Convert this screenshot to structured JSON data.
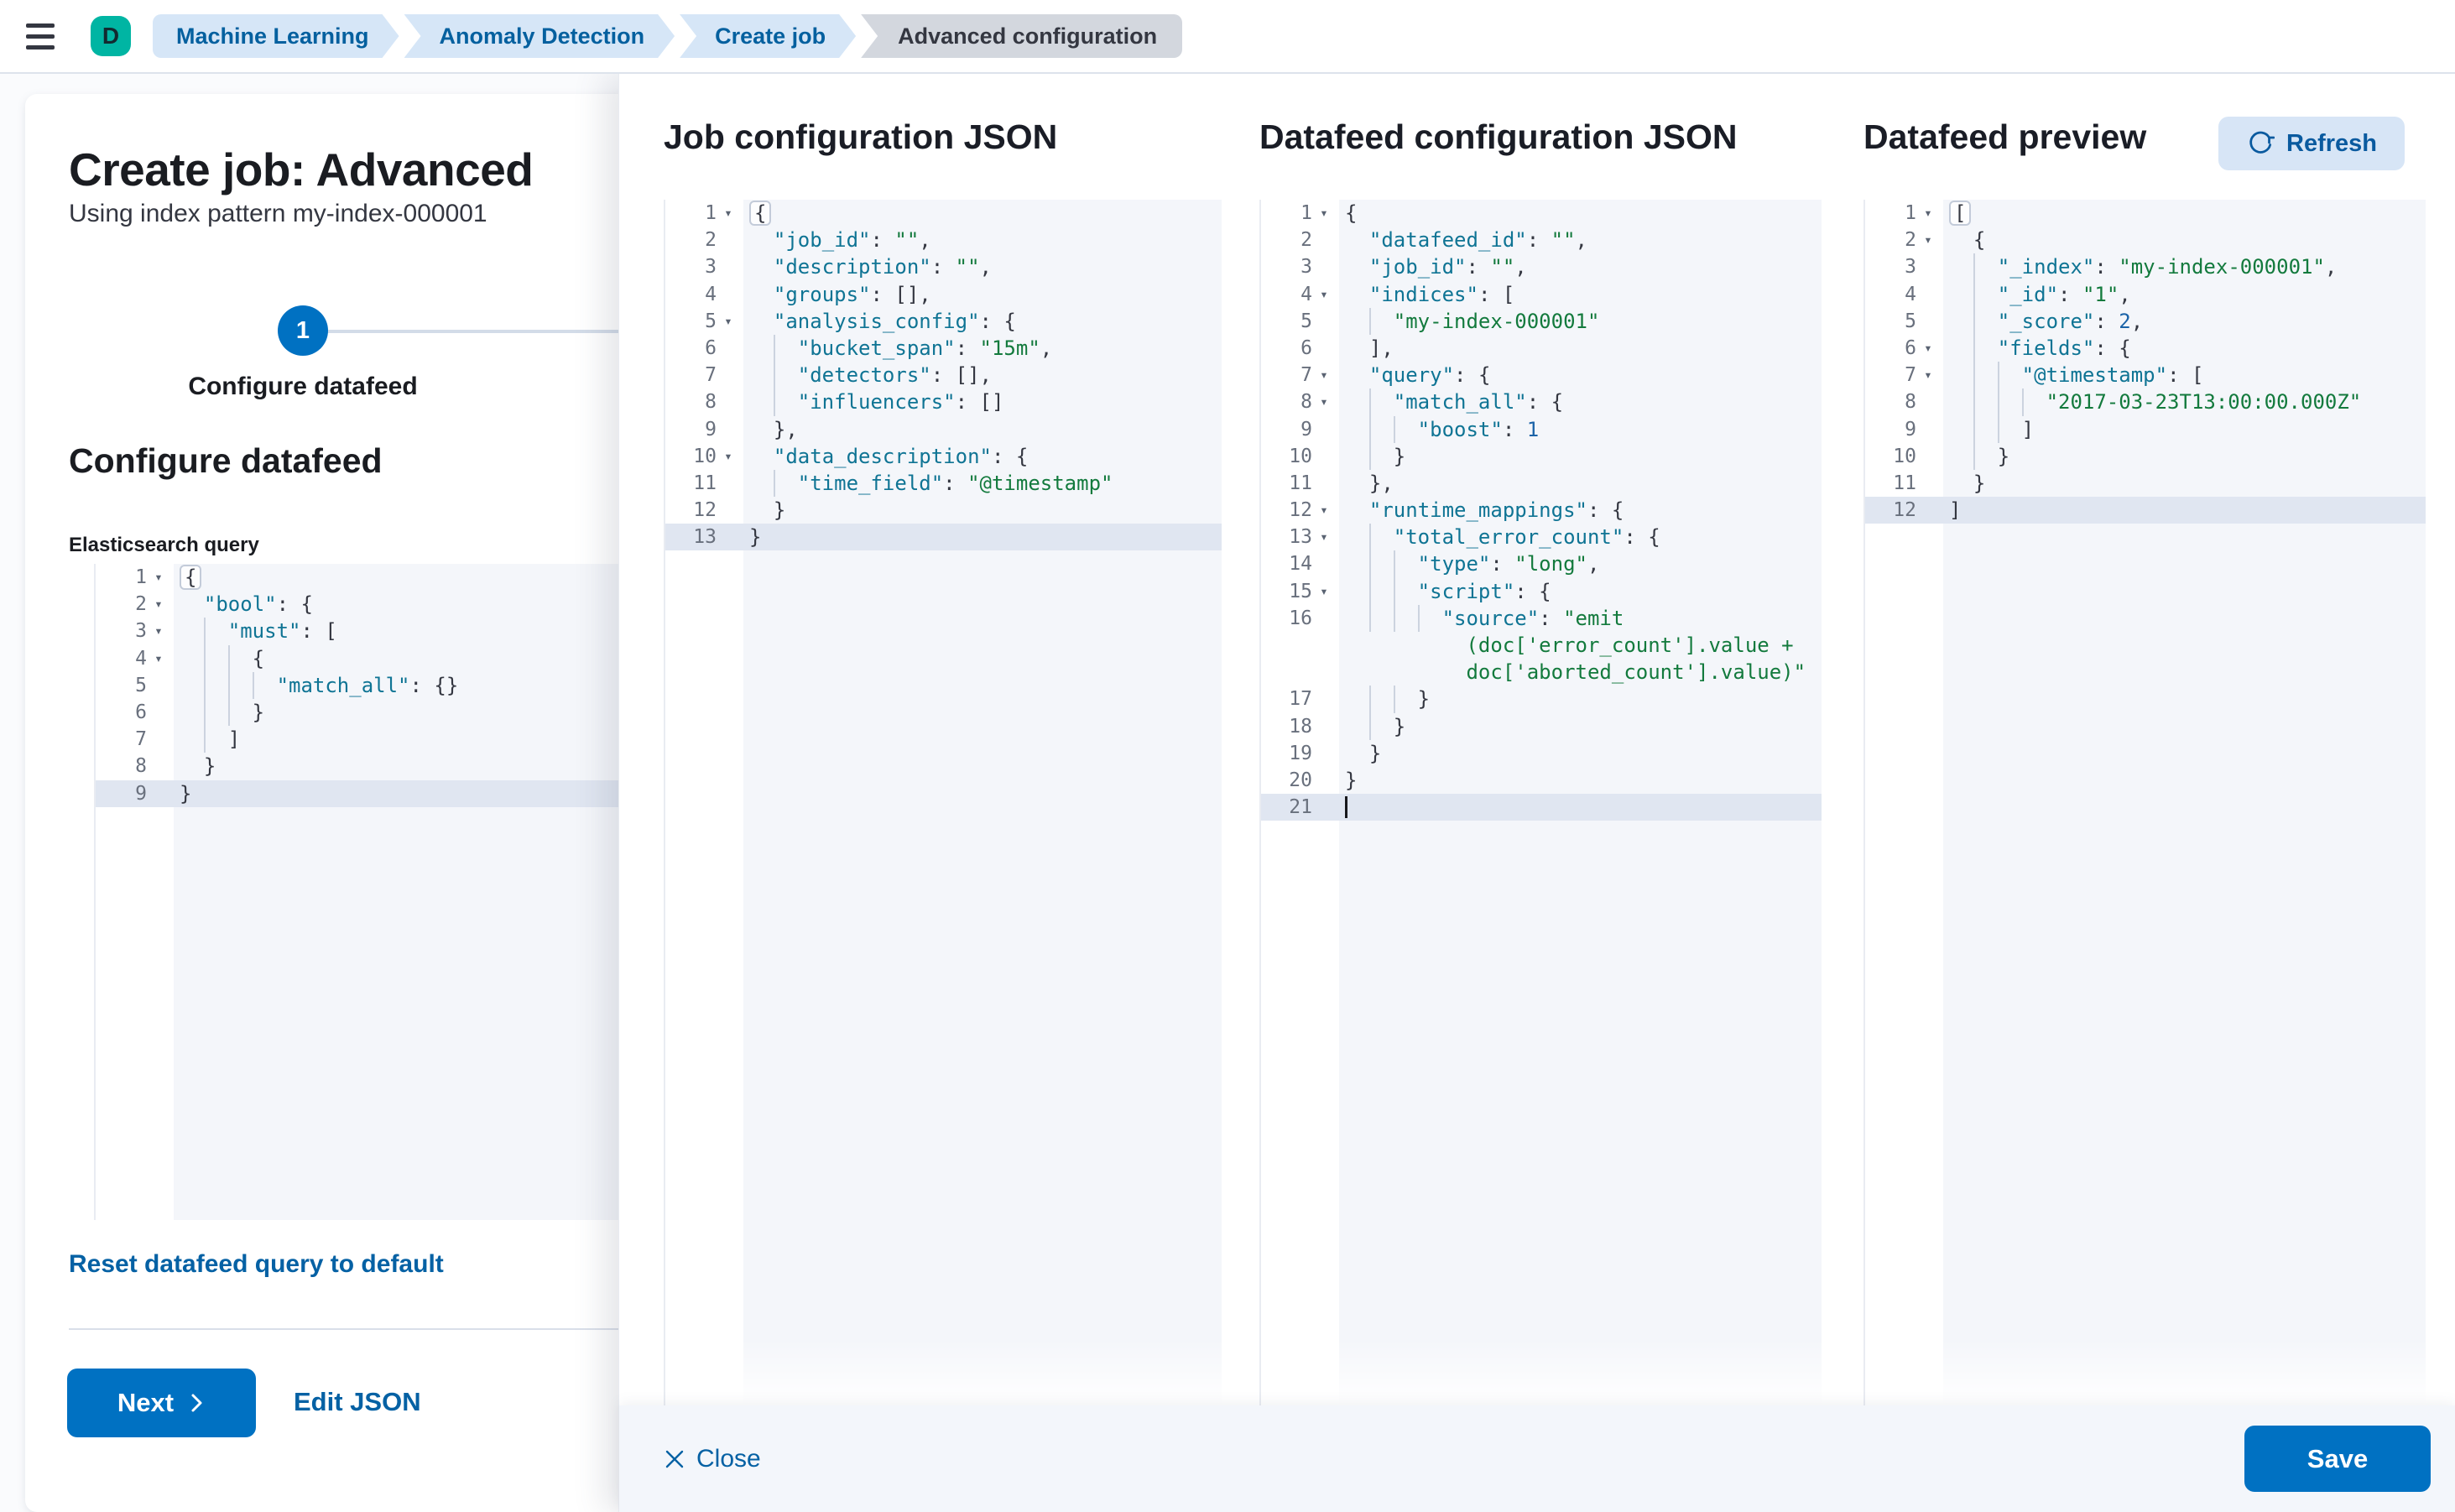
{
  "topbar": {
    "avatar_initial": "D",
    "breadcrumbs": [
      {
        "label": "Machine Learning",
        "current": false
      },
      {
        "label": "Anomaly Detection",
        "current": false
      },
      {
        "label": "Create job",
        "current": false
      },
      {
        "label": "Advanced configuration",
        "current": true
      }
    ]
  },
  "wizard": {
    "title": "Create job: Advanced",
    "subtitle": "Using index pattern my-index-000001",
    "step_number": "1",
    "step_label": "Configure datafeed",
    "section_heading": "Configure datafeed",
    "query_label": "Elasticsearch query",
    "reset_link": "Reset datafeed query to default",
    "next_button": "Next",
    "edit_json_link": "Edit JSON"
  },
  "panels": {
    "job": {
      "title": "Job configuration JSON"
    },
    "datafeed": {
      "title": "Datafeed configuration JSON"
    },
    "preview": {
      "title": "Datafeed preview",
      "refresh_button": "Refresh"
    }
  },
  "footer": {
    "close_label": "Close",
    "save_label": "Save"
  },
  "colors": {
    "accent": "#0071c2",
    "link": "#0561a4",
    "breadcrumb_blue_bg": "#d6e6f7",
    "breadcrumb_blue_text": "#04609f",
    "breadcrumb_current_bg": "#d3d7de",
    "avatar_bg": "#00b5a3",
    "code_key": "#0f7494",
    "code_string": "#137a3d",
    "code_number": "#1b63a8",
    "code_punct": "#343741",
    "active_line_bg": "#e0e6f1"
  },
  "editors": {
    "query": {
      "lines": [
        {
          "n": 1,
          "fold": true,
          "L": 0,
          "t": [
            [
              "pb",
              "{"
            ]
          ]
        },
        {
          "n": 2,
          "fold": true,
          "L": 1,
          "t": [
            [
              "k",
              "\"bool\""
            ],
            [
              "p",
              ": {"
            ]
          ]
        },
        {
          "n": 3,
          "fold": true,
          "L": 2,
          "t": [
            [
              "k",
              "\"must\""
            ],
            [
              "p",
              ": ["
            ]
          ]
        },
        {
          "n": 4,
          "fold": true,
          "L": 3,
          "t": [
            [
              "p",
              "{"
            ]
          ]
        },
        {
          "n": 5,
          "L": 4,
          "t": [
            [
              "k",
              "\"match_all\""
            ],
            [
              "p",
              ": {}"
            ]
          ]
        },
        {
          "n": 6,
          "L": 3,
          "t": [
            [
              "p",
              "}"
            ]
          ]
        },
        {
          "n": 7,
          "L": 2,
          "t": [
            [
              "p",
              "]"
            ]
          ]
        },
        {
          "n": 8,
          "L": 1,
          "t": [
            [
              "p",
              "}"
            ]
          ]
        },
        {
          "n": 9,
          "L": 0,
          "hl": true,
          "t": [
            [
              "p",
              "}"
            ]
          ]
        }
      ]
    },
    "job": {
      "lines": [
        {
          "n": 1,
          "fold": true,
          "L": 0,
          "t": [
            [
              "pb",
              "{"
            ]
          ]
        },
        {
          "n": 2,
          "L": 1,
          "t": [
            [
              "k",
              "\"job_id\""
            ],
            [
              "p",
              ": "
            ],
            [
              "s",
              "\"\""
            ],
            [
              "p",
              ","
            ]
          ]
        },
        {
          "n": 3,
          "L": 1,
          "t": [
            [
              "k",
              "\"description\""
            ],
            [
              "p",
              ": "
            ],
            [
              "s",
              "\"\""
            ],
            [
              "p",
              ","
            ]
          ]
        },
        {
          "n": 4,
          "L": 1,
          "t": [
            [
              "k",
              "\"groups\""
            ],
            [
              "p",
              ": [],"
            ]
          ]
        },
        {
          "n": 5,
          "fold": true,
          "L": 1,
          "t": [
            [
              "k",
              "\"analysis_config\""
            ],
            [
              "p",
              ": {"
            ]
          ]
        },
        {
          "n": 6,
          "L": 2,
          "t": [
            [
              "k",
              "\"bucket_span\""
            ],
            [
              "p",
              ": "
            ],
            [
              "s",
              "\"15m\""
            ],
            [
              "p",
              ","
            ]
          ]
        },
        {
          "n": 7,
          "L": 2,
          "t": [
            [
              "k",
              "\"detectors\""
            ],
            [
              "p",
              ": [],"
            ]
          ]
        },
        {
          "n": 8,
          "L": 2,
          "t": [
            [
              "k",
              "\"influencers\""
            ],
            [
              "p",
              ": []"
            ]
          ]
        },
        {
          "n": 9,
          "L": 1,
          "t": [
            [
              "p",
              "},"
            ]
          ]
        },
        {
          "n": 10,
          "fold": true,
          "L": 1,
          "t": [
            [
              "k",
              "\"data_description\""
            ],
            [
              "p",
              ": {"
            ]
          ]
        },
        {
          "n": 11,
          "L": 2,
          "t": [
            [
              "k",
              "\"time_field\""
            ],
            [
              "p",
              ": "
            ],
            [
              "s",
              "\"@timestamp\""
            ]
          ]
        },
        {
          "n": 12,
          "L": 1,
          "t": [
            [
              "p",
              "}"
            ]
          ]
        },
        {
          "n": 13,
          "L": 0,
          "hl": true,
          "t": [
            [
              "p",
              "}"
            ]
          ]
        }
      ]
    },
    "datafeed": {
      "lines": [
        {
          "n": 1,
          "fold": true,
          "L": 0,
          "t": [
            [
              "p",
              "{"
            ]
          ]
        },
        {
          "n": 2,
          "L": 1,
          "t": [
            [
              "k",
              "\"datafeed_id\""
            ],
            [
              "p",
              ": "
            ],
            [
              "s",
              "\"\""
            ],
            [
              "p",
              ","
            ]
          ]
        },
        {
          "n": 3,
          "L": 1,
          "t": [
            [
              "k",
              "\"job_id\""
            ],
            [
              "p",
              ": "
            ],
            [
              "s",
              "\"\""
            ],
            [
              "p",
              ","
            ]
          ]
        },
        {
          "n": 4,
          "fold": true,
          "L": 1,
          "t": [
            [
              "k",
              "\"indices\""
            ],
            [
              "p",
              ": ["
            ]
          ]
        },
        {
          "n": 5,
          "L": 2,
          "t": [
            [
              "s",
              "\"my-index-000001\""
            ]
          ]
        },
        {
          "n": 6,
          "L": 1,
          "t": [
            [
              "p",
              "],"
            ]
          ]
        },
        {
          "n": 7,
          "fold": true,
          "L": 1,
          "t": [
            [
              "k",
              "\"query\""
            ],
            [
              "p",
              ": {"
            ]
          ]
        },
        {
          "n": 8,
          "fold": true,
          "L": 2,
          "t": [
            [
              "k",
              "\"match_all\""
            ],
            [
              "p",
              ": {"
            ]
          ]
        },
        {
          "n": 9,
          "L": 3,
          "t": [
            [
              "k",
              "\"boost\""
            ],
            [
              "p",
              ": "
            ],
            [
              "num",
              "1"
            ]
          ]
        },
        {
          "n": 10,
          "L": 2,
          "t": [
            [
              "p",
              "}"
            ]
          ]
        },
        {
          "n": 11,
          "L": 1,
          "t": [
            [
              "p",
              "},"
            ]
          ]
        },
        {
          "n": 12,
          "fold": true,
          "L": 1,
          "t": [
            [
              "k",
              "\"runtime_mappings\""
            ],
            [
              "p",
              ": {"
            ]
          ]
        },
        {
          "n": 13,
          "fold": true,
          "L": 2,
          "t": [
            [
              "k",
              "\"total_error_count\""
            ],
            [
              "p",
              ": {"
            ]
          ]
        },
        {
          "n": 14,
          "L": 3,
          "t": [
            [
              "k",
              "\"type\""
            ],
            [
              "p",
              ": "
            ],
            [
              "s",
              "\"long\""
            ],
            [
              "p",
              ","
            ]
          ]
        },
        {
          "n": 15,
          "fold": true,
          "L": 3,
          "t": [
            [
              "k",
              "\"script\""
            ],
            [
              "p",
              ": {"
            ]
          ]
        },
        {
          "n": 16,
          "L": 4,
          "t": [
            [
              "k",
              "\"source\""
            ],
            [
              "p",
              ": "
            ],
            [
              "s",
              "\"emit"
            ]
          ]
        },
        {
          "cont": true,
          "pad": 10,
          "t": [
            [
              "s",
              "(doc['error_count'].value +"
            ]
          ]
        },
        {
          "cont": true,
          "pad": 10,
          "t": [
            [
              "s",
              "doc['aborted_count'].value)\""
            ]
          ]
        },
        {
          "n": 17,
          "L": 3,
          "t": [
            [
              "p",
              "}"
            ]
          ]
        },
        {
          "n": 18,
          "L": 2,
          "t": [
            [
              "p",
              "}"
            ]
          ]
        },
        {
          "n": 19,
          "L": 1,
          "t": [
            [
              "p",
              "}"
            ]
          ]
        },
        {
          "n": 20,
          "L": 0,
          "t": [
            [
              "p",
              "}"
            ]
          ]
        },
        {
          "n": 21,
          "L": 0,
          "hl": true,
          "cursor": true,
          "t": []
        }
      ]
    },
    "preview": {
      "lines": [
        {
          "n": 1,
          "fold": true,
          "L": 0,
          "t": [
            [
              "pb",
              "["
            ]
          ]
        },
        {
          "n": 2,
          "fold": true,
          "L": 1,
          "t": [
            [
              "p",
              "{"
            ]
          ]
        },
        {
          "n": 3,
          "L": 2,
          "t": [
            [
              "k",
              "\"_index\""
            ],
            [
              "p",
              ": "
            ],
            [
              "s",
              "\"my-index-000001\""
            ],
            [
              "p",
              ","
            ]
          ]
        },
        {
          "n": 4,
          "L": 2,
          "t": [
            [
              "k",
              "\"_id\""
            ],
            [
              "p",
              ": "
            ],
            [
              "s",
              "\"1\""
            ],
            [
              "p",
              ","
            ]
          ]
        },
        {
          "n": 5,
          "L": 2,
          "t": [
            [
              "k",
              "\"_score\""
            ],
            [
              "p",
              ": "
            ],
            [
              "num",
              "2"
            ],
            [
              "p",
              ","
            ]
          ]
        },
        {
          "n": 6,
          "fold": true,
          "L": 2,
          "t": [
            [
              "k",
              "\"fields\""
            ],
            [
              "p",
              ": {"
            ]
          ]
        },
        {
          "n": 7,
          "fold": true,
          "L": 3,
          "t": [
            [
              "k",
              "\"@timestamp\""
            ],
            [
              "p",
              ": ["
            ]
          ]
        },
        {
          "n": 8,
          "L": 4,
          "t": [
            [
              "s",
              "\"2017-03-23T13:00:00.000Z\""
            ]
          ]
        },
        {
          "n": 9,
          "L": 3,
          "t": [
            [
              "p",
              "]"
            ]
          ]
        },
        {
          "n": 10,
          "L": 2,
          "t": [
            [
              "p",
              "}"
            ]
          ]
        },
        {
          "n": 11,
          "L": 1,
          "t": [
            [
              "p",
              "}"
            ]
          ]
        },
        {
          "n": 12,
          "L": 0,
          "hl": true,
          "t": [
            [
              "p",
              "]"
            ]
          ]
        }
      ]
    }
  }
}
